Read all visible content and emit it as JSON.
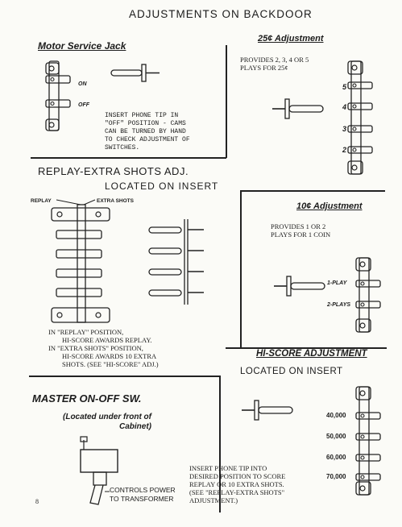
{
  "page_title": "ADJUSTMENTS ON BACKDOOR",
  "page_number": "8",
  "motor_service_jack": {
    "heading": "Motor Service Jack",
    "on_label": "ON",
    "off_label": "OFF",
    "instructions": "INSERT PHONE TIP IN\n\"OFF\" POSITION - CAMS\nCAN BE TURNED BY HAND\nTO CHECK ADJUSTMENT OF\nSWITCHES."
  },
  "adj_25c": {
    "heading": "25¢  Adjustment",
    "description": "PROVIDES 2, 3, 4 OR 5\nPLAYS FOR 25¢",
    "positions": [
      "5",
      "4",
      "3",
      "2"
    ]
  },
  "replay_extra": {
    "heading": "REPLAY-EXTRA SHOTS ADJ.",
    "subheading": "LOCATED ON INSERT",
    "replay_label": "REPLAY",
    "extra_label": "EXTRA SHOTS",
    "note": "IN \"REPLAY\" POSITION,\n        HI-SCORE AWARDS REPLAY.\nIN \"EXTRA SHOTS\" POSITION,\n        HI-SCORE AWARDS 10 EXTRA\n        SHOTS. (SEE \"HI-SCORE\" ADJ.)"
  },
  "adj_10c": {
    "heading": "10¢  Adjustment",
    "description": "PROVIDES 1 OR 2\nPLAYS FOR 1 COIN",
    "positions": [
      "1-PLAY",
      "2-PLAYS"
    ]
  },
  "hi_score": {
    "heading": "HI-SCORE ADJUSTMENT",
    "subheading": "LOCATED ON INSERT",
    "scores": [
      "40,000",
      "50,000",
      "60,000",
      "70,000"
    ],
    "note": "INSERT PHONE TIP INTO\nDESIRED POSITION TO SCORE\nREPLAY OR 10 EXTRA SHOTS.\n(SEE \"REPLAY-EXTRA SHOTS\"\nADJUSTMENT.)"
  },
  "master_switch": {
    "heading": "MASTER ON-OFF SW.",
    "subheading": "(Located under front of\nCabinet)",
    "caption": "CONTROLS POWER\nTO TRANSFORMER"
  }
}
